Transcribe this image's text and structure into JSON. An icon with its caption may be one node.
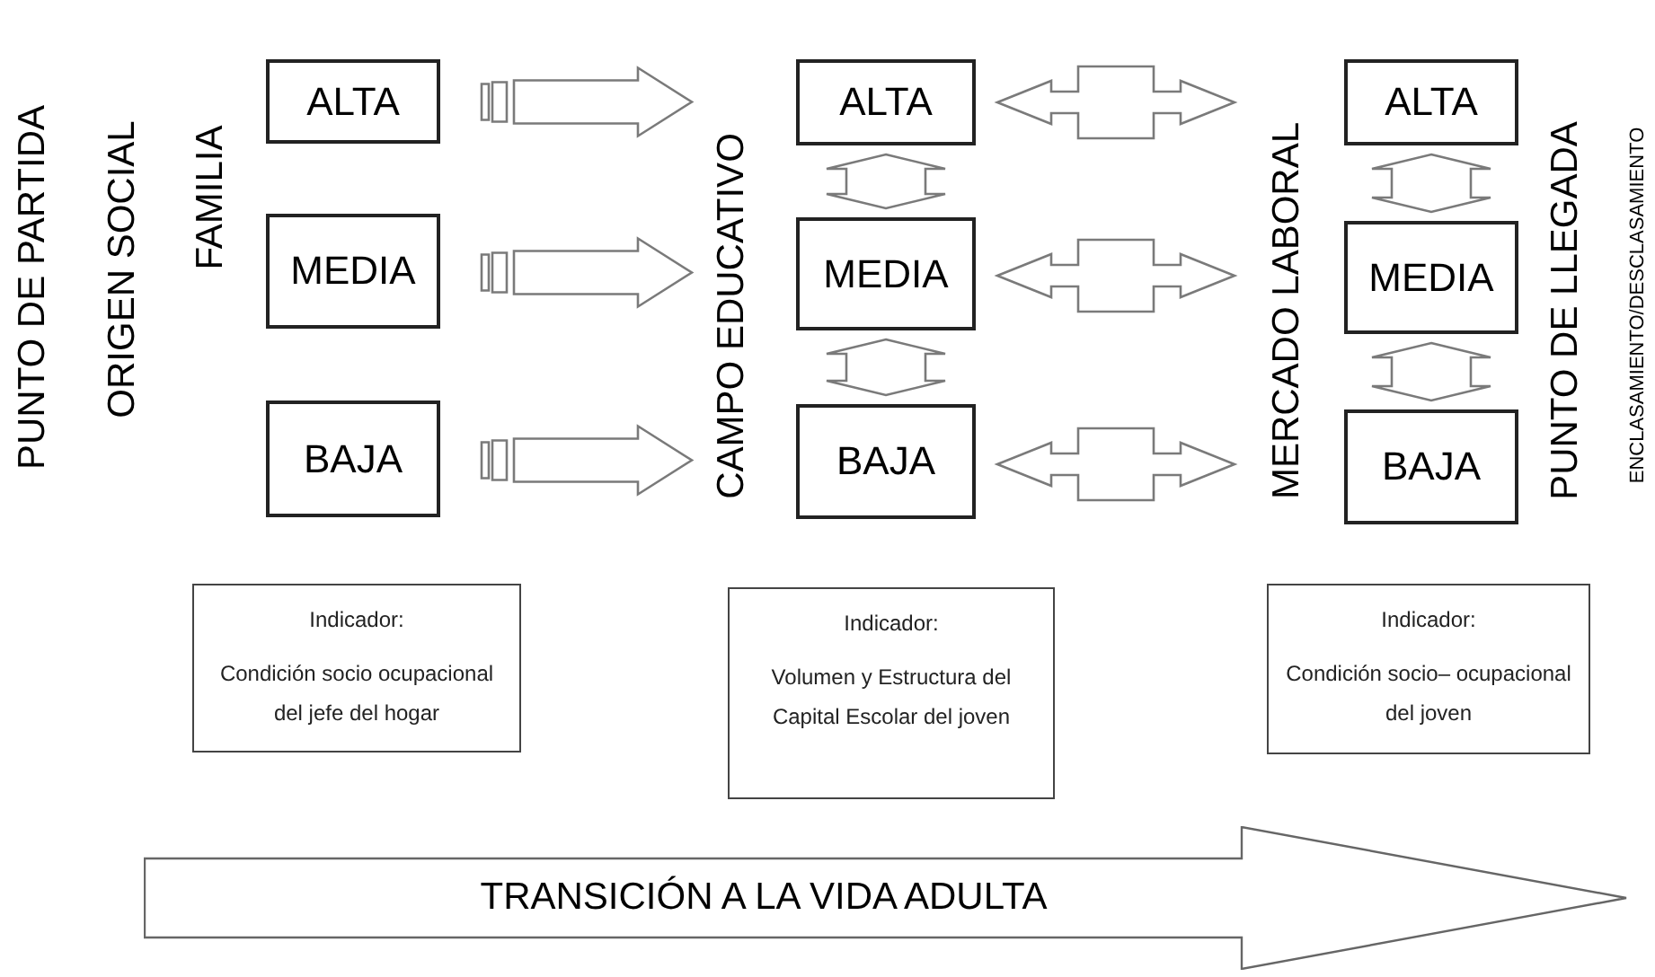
{
  "diagram": {
    "nodes": [
      {
        "text": [
          "ALTA"
        ]
      },
      {
        "text": [
          "MEDIA"
        ]
      },
      {
        "text": [
          "BAJA"
        ]
      },
      {
        "text": [
          "ALTA"
        ]
      },
      {
        "text": [
          "MEDIA"
        ]
      },
      {
        "text": [
          "BAJA"
        ]
      },
      {
        "text": [
          "ALTA"
        ]
      },
      {
        "text": [
          "MEDIA"
        ]
      },
      {
        "text": [
          "BAJA"
        ]
      },
      {
        "text": [
          "Indicador:",
          "Condición socio ocupacional del jefe del hogar"
        ]
      },
      {
        "text": [
          "Indicador:",
          "Volumen y Estructura del Capital Escolar del joven"
        ]
      },
      {
        "text": [
          "Indicador:",
          "Condición socio– ocupacional del joven"
        ]
      },
      {
        "text": [
          "TRANSICIÓN A LA VIDA ADULTA"
        ]
      }
    ],
    "edges": [
      {
        "from": 0,
        "to": 3,
        "arrow": "to"
      },
      {
        "from": 1,
        "to": 4,
        "arrow": "to"
      },
      {
        "from": 2,
        "to": 5,
        "arrow": "to"
      },
      {
        "from": 3,
        "to": 6,
        "arrow": "both"
      },
      {
        "from": 4,
        "to": 7,
        "arrow": "both"
      },
      {
        "from": 5,
        "to": 8,
        "arrow": "both"
      },
      {
        "from": 3,
        "to": 4,
        "arrow": "both"
      },
      {
        "from": 4,
        "to": 5,
        "arrow": "both"
      },
      {
        "from": 6,
        "to": 7,
        "arrow": "both"
      },
      {
        "from": 7,
        "to": 8,
        "arrow": "both"
      }
    ],
    "labels": [
      "PUNTO DE PARTIDA",
      "ORIGEN SOCIAL",
      "FAMILIA",
      "CAMPO EDUCATIVO",
      "MERCADO LABORAL",
      "PUNTO DE LLEGADA",
      "ENCLASAMIENTO/DESCLASAMIENTO"
    ]
  }
}
